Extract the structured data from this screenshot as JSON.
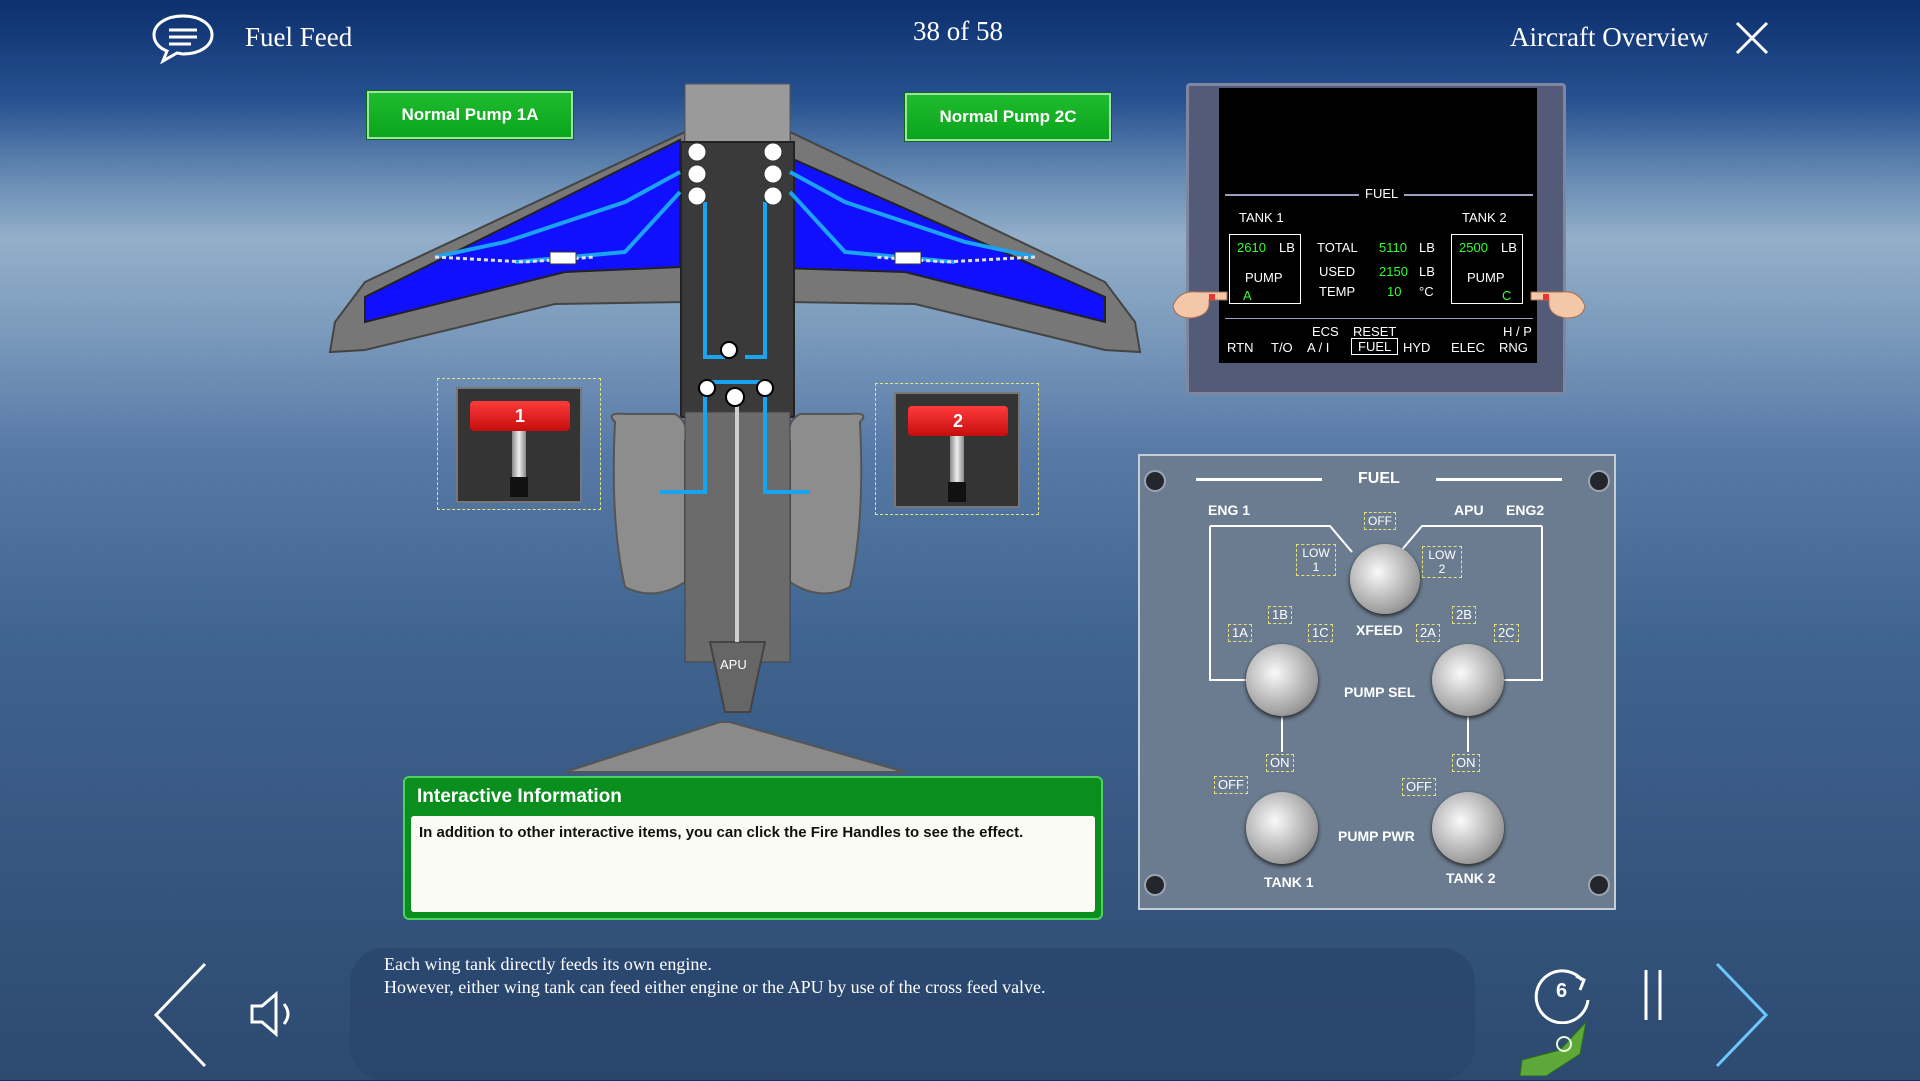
{
  "header": {
    "title": "Fuel Feed",
    "page_counter": "38 of 58",
    "overview_link": "Aircraft Overview"
  },
  "pump_labels": {
    "left": "Normal Pump 1A",
    "right": "Normal Pump 2C"
  },
  "fire_handles": {
    "left": "1",
    "right": "2"
  },
  "apu_label": "APU",
  "eicas": {
    "title": "FUEL",
    "tank1_label": "TANK 1",
    "tank2_label": "TANK 2",
    "tank1_qty": "2610",
    "tank2_qty": "2500",
    "unit_lb": "LB",
    "pump_label": "PUMP",
    "tank1_pump": "A",
    "tank2_pump": "C",
    "total_label": "TOTAL",
    "total_value": "5110",
    "used_label": "USED",
    "used_value": "2150",
    "temp_label": "TEMP",
    "temp_value": "10",
    "temp_unit": "°C",
    "buttons": [
      "RTN",
      "T/O",
      "ECS A / I",
      "RESET FUEL",
      "HYD",
      "ELEC",
      "H / P RNG"
    ],
    "btn_ecs_top": "ECS",
    "btn_ecs_bottom": "A / I",
    "btn_reset_top": "RESET",
    "btn_reset_bottom": "FUEL",
    "btn_hp_top": "H / P",
    "btn_hp_bottom": "RNG"
  },
  "fuel_panel": {
    "title": "FUEL",
    "eng1": "ENG 1",
    "apu": "APU",
    "eng2": "ENG2",
    "xfeed_off": "OFF",
    "low1": "LOW 1",
    "low2": "LOW 2",
    "xfeed": "XFEED",
    "p1a": "1A",
    "p1b": "1B",
    "p1c": "1C",
    "p2a": "2A",
    "p2b": "2B",
    "p2c": "2C",
    "pump_sel": "PUMP SEL",
    "on": "ON",
    "off": "OFF",
    "pump_pwr": "PUMP PWR",
    "tank1": "TANK 1",
    "tank2": "TANK 2"
  },
  "info": {
    "heading": "Interactive Information",
    "body": "In addition to other interactive items, you can click the Fire Handles to see the effect."
  },
  "narration": {
    "line1": "Each wing tank directly feeds its own engine.",
    "line2": "However, either wing tank can feed either engine or the APU by use of the cross feed valve."
  },
  "controls": {
    "replay_count": "6"
  }
}
